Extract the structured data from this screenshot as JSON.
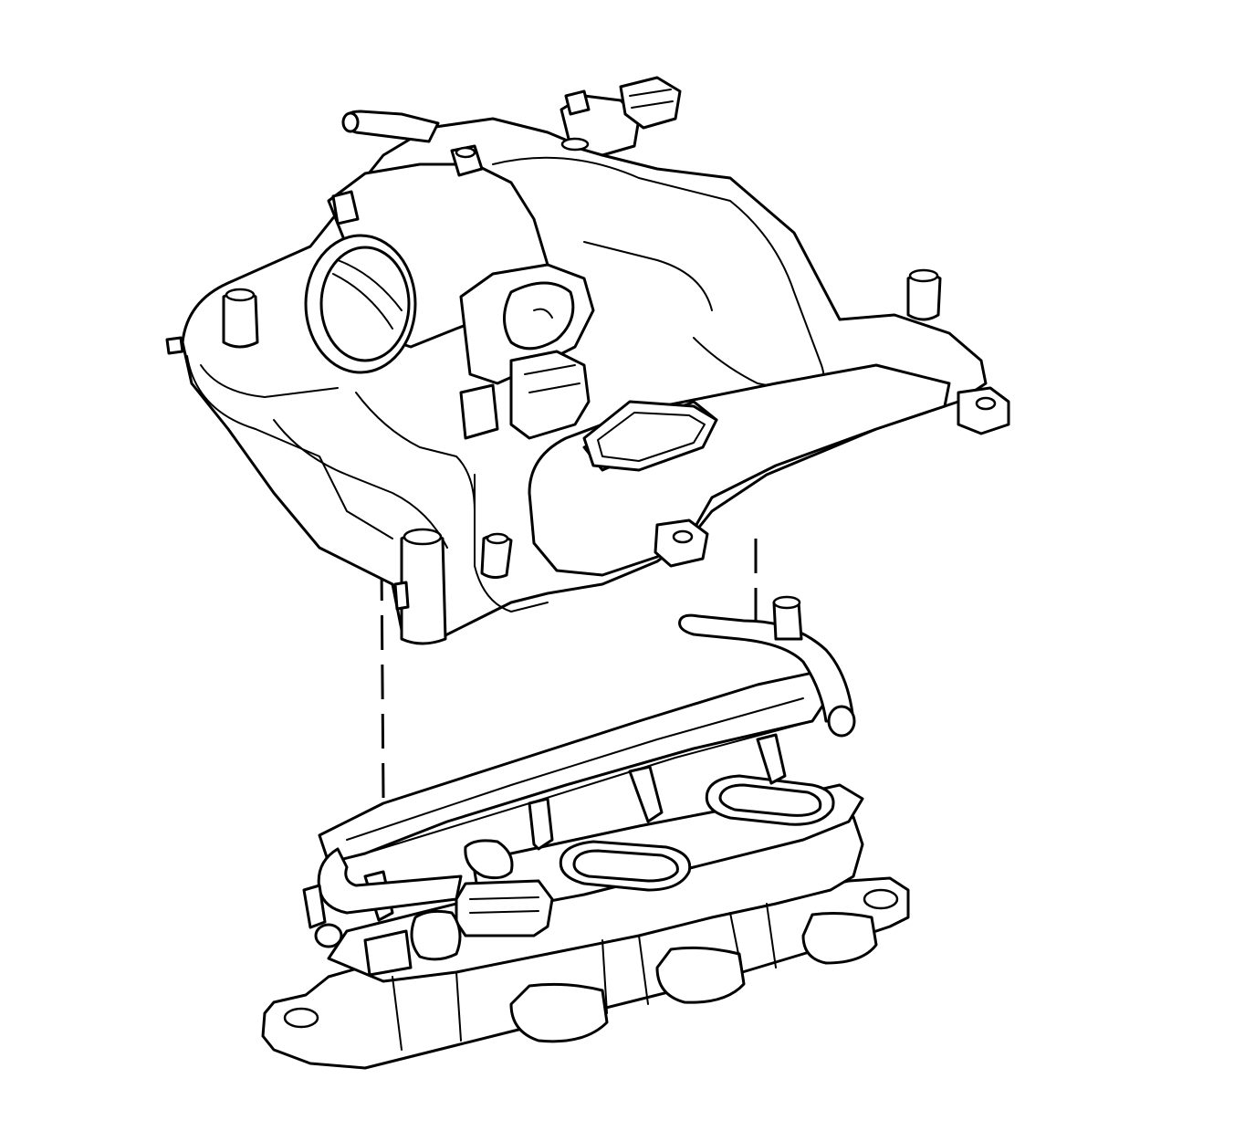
{
  "diagram": {
    "background": "#ffffff",
    "line_color": "#000000",
    "components": [
      {
        "id": "upper-intake-manifold",
        "icon": "upper-manifold-drawing"
      },
      {
        "id": "throttle-body",
        "icon": "throttle-body-drawing"
      },
      {
        "id": "map-sensor",
        "icon": "sensor-drawing"
      },
      {
        "id": "lower-intake-manifold",
        "icon": "lower-manifold-drawing"
      },
      {
        "id": "fuel-rail",
        "icon": "fuel-rail-drawing"
      },
      {
        "id": "alignment-dashed-lines",
        "icon": "dashed-line"
      }
    ]
  }
}
